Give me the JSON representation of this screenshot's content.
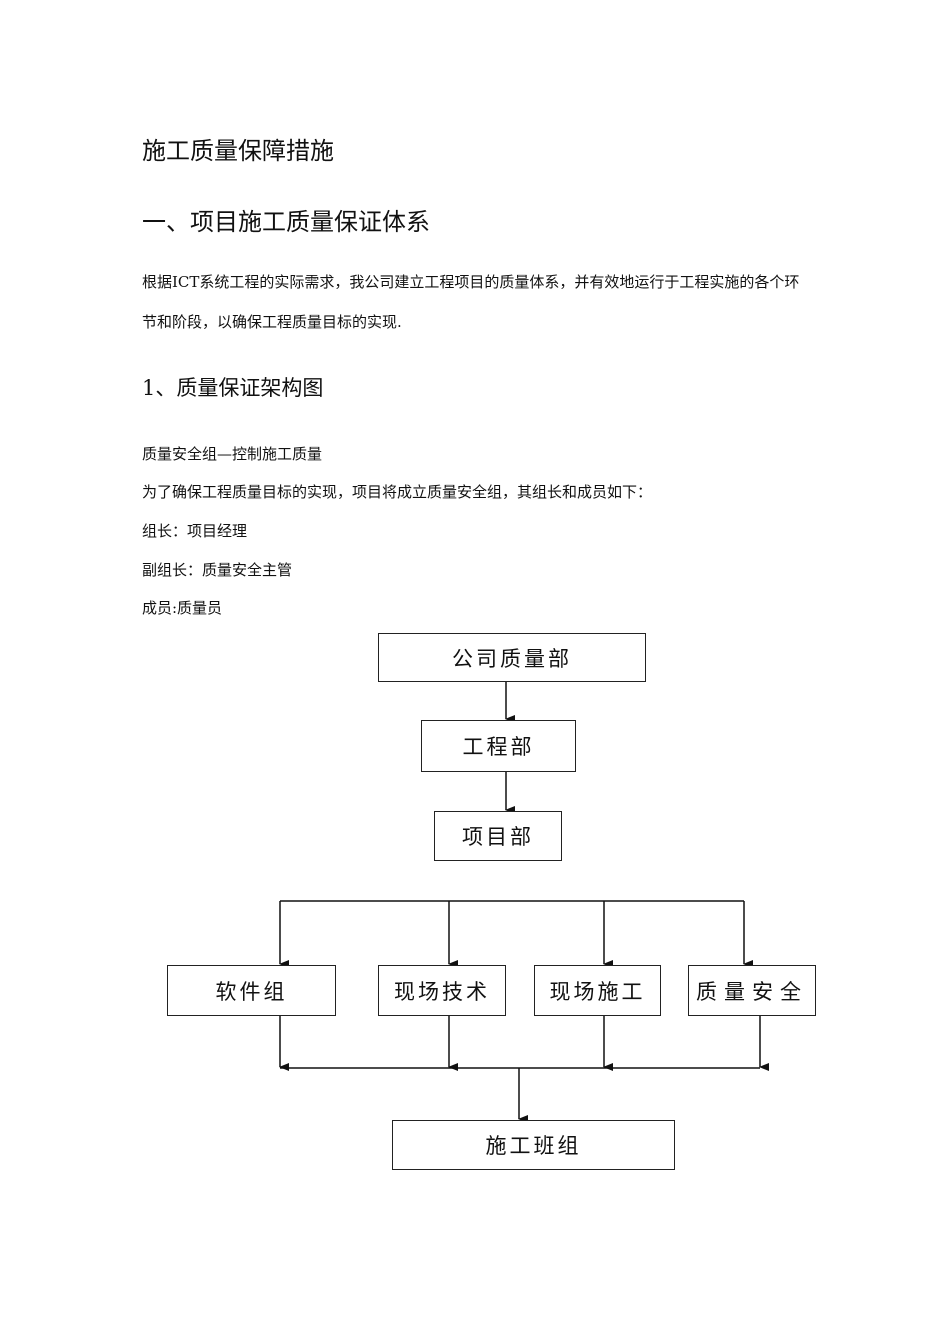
{
  "title": "施工质量保障措施",
  "section1": {
    "heading": "一、项目施工质量保证体系",
    "para_line1": "根据ICT系统工程的实际需求，我公司建立工程项目的质量体系，并有效地运行于工程实施的各个环",
    "para_line2": "节和阶段，以确保工程质量目标的实现."
  },
  "subsection": {
    "heading": "1、质量保证架构图",
    "lines": [
      "质量安全组—控制施工质量",
      "为了确保工程质量目标的实现，项目将成立质量安全组，其组长和成员如下：",
      "组长：项目经理",
      "副组长：质量安全主管",
      "成员:质量员"
    ]
  },
  "diagram": {
    "top": "公司质量部",
    "level2": "工程部",
    "level3": "项目部",
    "groups": [
      "软件组",
      "现场技术",
      "现场施工",
      "质量安全"
    ],
    "bottom": "施工班组"
  }
}
